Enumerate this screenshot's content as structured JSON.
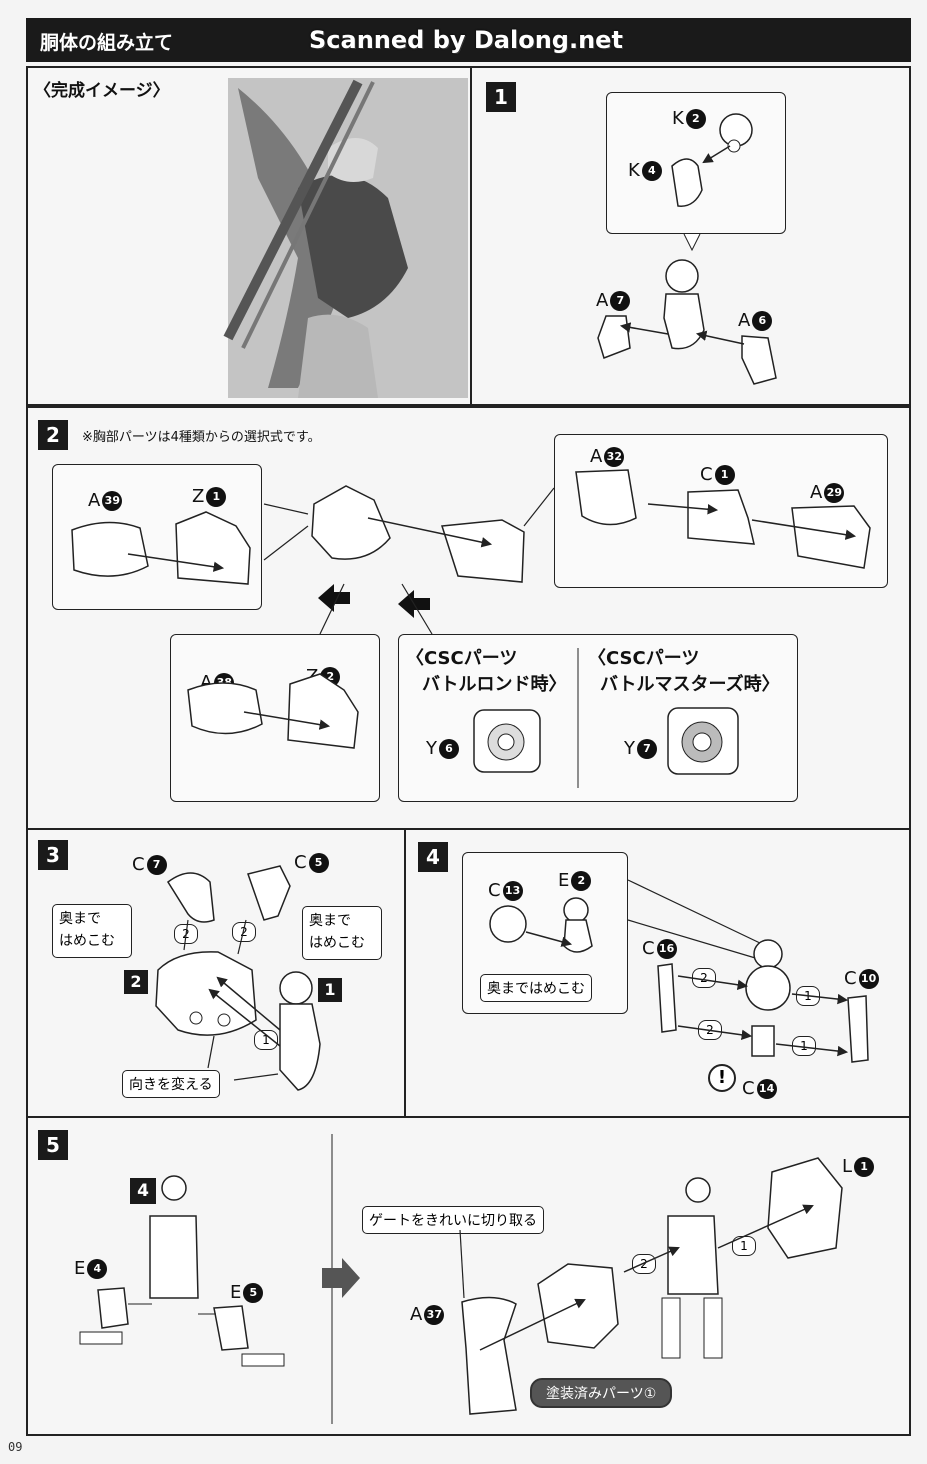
{
  "header": {
    "title": "胴体の組み立て",
    "credit": "Scanned by Dalong.net"
  },
  "preview": {
    "title": "〈完成イメージ〉"
  },
  "steps": {
    "s1": {
      "number": "1",
      "parts": [
        {
          "letter": "K",
          "num": "2"
        },
        {
          "letter": "K",
          "num": "4"
        },
        {
          "letter": "A",
          "num": "7"
        },
        {
          "letter": "A",
          "num": "6"
        }
      ]
    },
    "s2": {
      "number": "2",
      "note": "※胸部パーツは4種類からの選択式です。",
      "parts": [
        {
          "letter": "A",
          "num": "39"
        },
        {
          "letter": "Z",
          "num": "1"
        },
        {
          "letter": "A",
          "num": "32"
        },
        {
          "letter": "C",
          "num": "1"
        },
        {
          "letter": "A",
          "num": "29"
        },
        {
          "letter": "A",
          "num": "38"
        },
        {
          "letter": "Z",
          "num": "2"
        },
        {
          "letter": "Y",
          "num": "6"
        },
        {
          "letter": "Y",
          "num": "7"
        }
      ],
      "csc_left": [
        "〈CSCパーツ",
        "バトルロンド時〉"
      ],
      "csc_right": [
        "〈CSCパーツ",
        "バトルマスターズ時〉"
      ]
    },
    "s3": {
      "number": "3",
      "parts": [
        {
          "letter": "C",
          "num": "7"
        },
        {
          "letter": "C",
          "num": "5"
        }
      ],
      "callout_left": [
        "奥まで",
        "はめこむ"
      ],
      "callout_right": [
        "奥まで",
        "はめこむ"
      ],
      "callout_bottom": "向きを変える",
      "ref_a": "2",
      "ref_b": "1",
      "order": [
        "2",
        "2",
        "1"
      ]
    },
    "s4": {
      "number": "4",
      "parts": [
        {
          "letter": "C",
          "num": "13"
        },
        {
          "letter": "E",
          "num": "2"
        },
        {
          "letter": "C",
          "num": "16"
        },
        {
          "letter": "C",
          "num": "10"
        },
        {
          "letter": "C",
          "num": "14"
        }
      ],
      "callout": "奥まではめこむ",
      "order": [
        "2",
        "1",
        "2",
        "1"
      ],
      "caution": "!"
    },
    "s5": {
      "number": "5",
      "parts": [
        {
          "letter": "E",
          "num": "4"
        },
        {
          "letter": "E",
          "num": "5"
        },
        {
          "letter": "A",
          "num": "37"
        },
        {
          "letter": "L",
          "num": "1"
        }
      ],
      "ref": "4",
      "callout": "ゲートをきれいに切り取る",
      "badge": "塗装済みパーツ①",
      "order": [
        "2",
        "1"
      ]
    }
  },
  "page_number": "09"
}
